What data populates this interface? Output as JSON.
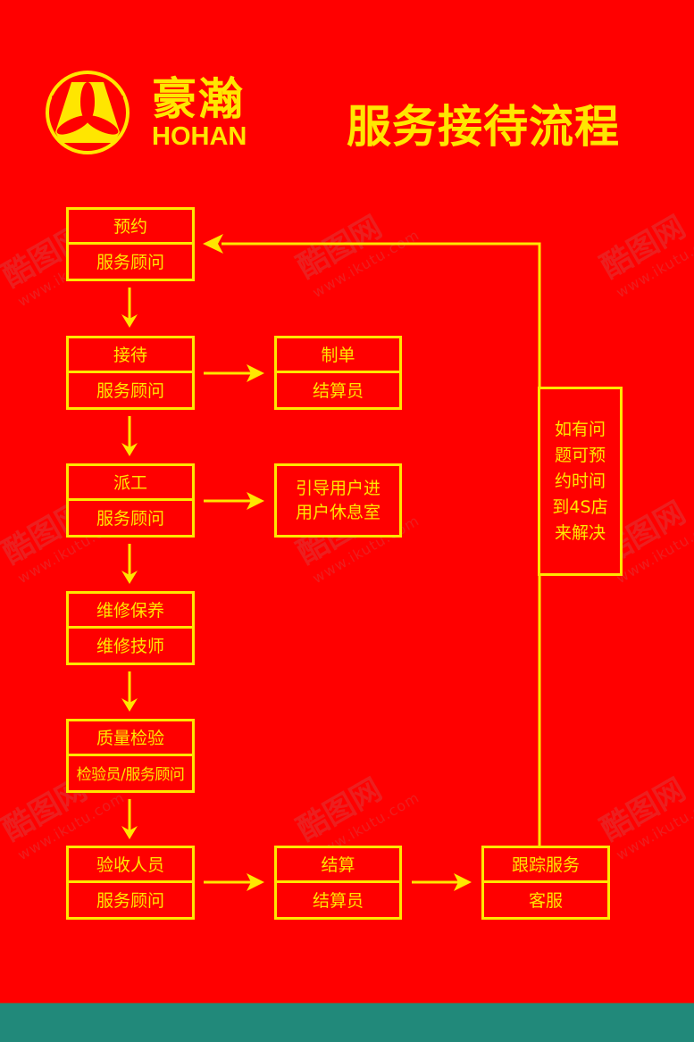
{
  "header": {
    "brand_cn": "豪瀚",
    "brand_en": "HOHAN",
    "logo_icon": "hohan-emblem-icon",
    "title": "服务接待流程"
  },
  "colors": {
    "background": "#FF0000",
    "accent": "#FFE600",
    "footer_band": "#21897A"
  },
  "flow": {
    "main": [
      {
        "step": "预约",
        "role": "服务顾问"
      },
      {
        "step": "接待",
        "role": "服务顾问"
      },
      {
        "step": "派工",
        "role": "服务顾问"
      },
      {
        "step": "维修保养",
        "role": "维修技师"
      },
      {
        "step": "质量检验",
        "role": "检验员/服务顾问"
      },
      {
        "step": "验收人员",
        "role": "服务顾问"
      }
    ],
    "side": {
      "billing_order": {
        "step": "制单",
        "role": "结算员"
      },
      "lounge": {
        "lines": [
          "引导用户进",
          "用户休息室"
        ]
      },
      "settlement": {
        "step": "结算",
        "role": "结算员"
      },
      "follow_up": {
        "step": "跟踪服务",
        "role": "客服"
      }
    },
    "feedback_note": {
      "lines": [
        "如有问",
        "题可预",
        "约时间",
        "到4S店",
        "来解决"
      ]
    }
  },
  "watermark": {
    "brand": "酷图网",
    "url": "www.ikutu.com"
  }
}
